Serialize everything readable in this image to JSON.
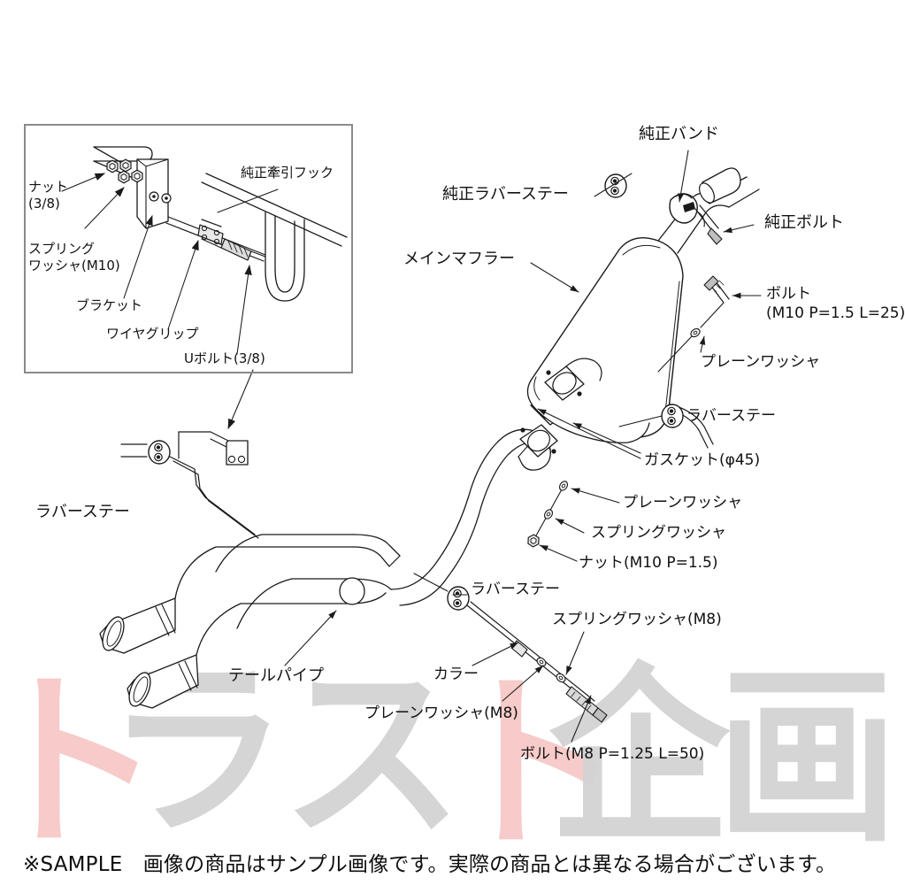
{
  "document": {
    "type": "exhaust-system-parts-diagram",
    "footer_note": "※SAMPLE　画像の商品はサンプル画像です。実際の商品とは異なる場合がございます。"
  },
  "watermark": {
    "text": "トラスト企画",
    "characters": [
      "ト",
      "ラ",
      "ス",
      "ト",
      "企",
      "画"
    ],
    "gray_color": "#d3d3d3",
    "pink_color": "#f6c9c7"
  },
  "inset": {
    "title_hint": "tow-hook-bracket-detail",
    "labels": {
      "nut": "ナット\n(3/8)",
      "spring_washer": "スプリング\nワッシャ(M10)",
      "bracket": "ブラケット",
      "wire_grip": "ワイヤグリップ",
      "u_bolt": "Uボルト(3/8)",
      "tow_hook": "純正牽引フック"
    }
  },
  "main_labels": {
    "genuine_rubber_stay": "純正ラバーステー",
    "genuine_band": "純正バンド",
    "genuine_bolt": "純正ボルト",
    "main_muffler": "メインマフラー",
    "bolt_m10": "ボルト\n(M10 P=1.5 L=25)",
    "plain_washer_upper": "プレーンワッシャ",
    "rubber_stay_mid": "ラバーステー",
    "gasket": "ガスケット(φ45)",
    "plain_washer_mid": "プレーンワッシャ",
    "spring_washer_mid": "スプリングワッシャ",
    "nut_m10": "ナット(M10 P=1.5)",
    "rubber_stay_left": "ラバーステー",
    "rubber_stay_lower": "ラバーステー",
    "spring_washer_m8": "スプリングワッシャ(M8)",
    "tail_pipe": "テールパイプ",
    "collar": "カラー",
    "plain_washer_m8": "プレーンワッシャ(M8)",
    "bolt_m8": "ボルト(M8 P=1.25 L=50)"
  },
  "colors": {
    "line": "#1a1a1a",
    "frame": "#8a8a8a",
    "text": "#111111",
    "background": "#ffffff"
  }
}
